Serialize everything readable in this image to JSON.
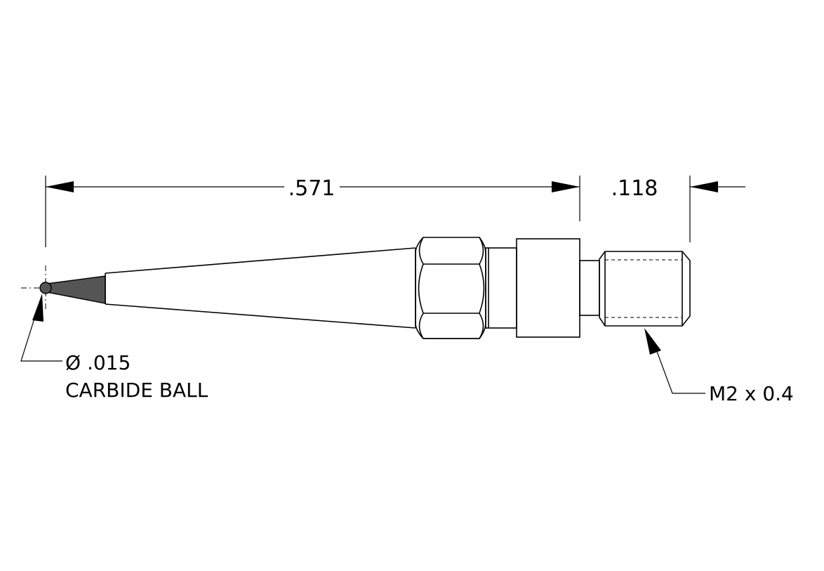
{
  "dimensions": {
    "overall_length": ".571",
    "thread_length": ".118"
  },
  "notes": {
    "ball_diameter": "Ø .015",
    "ball_material": "CARBIDE BALL",
    "thread_spec": "M2 x 0.4"
  }
}
